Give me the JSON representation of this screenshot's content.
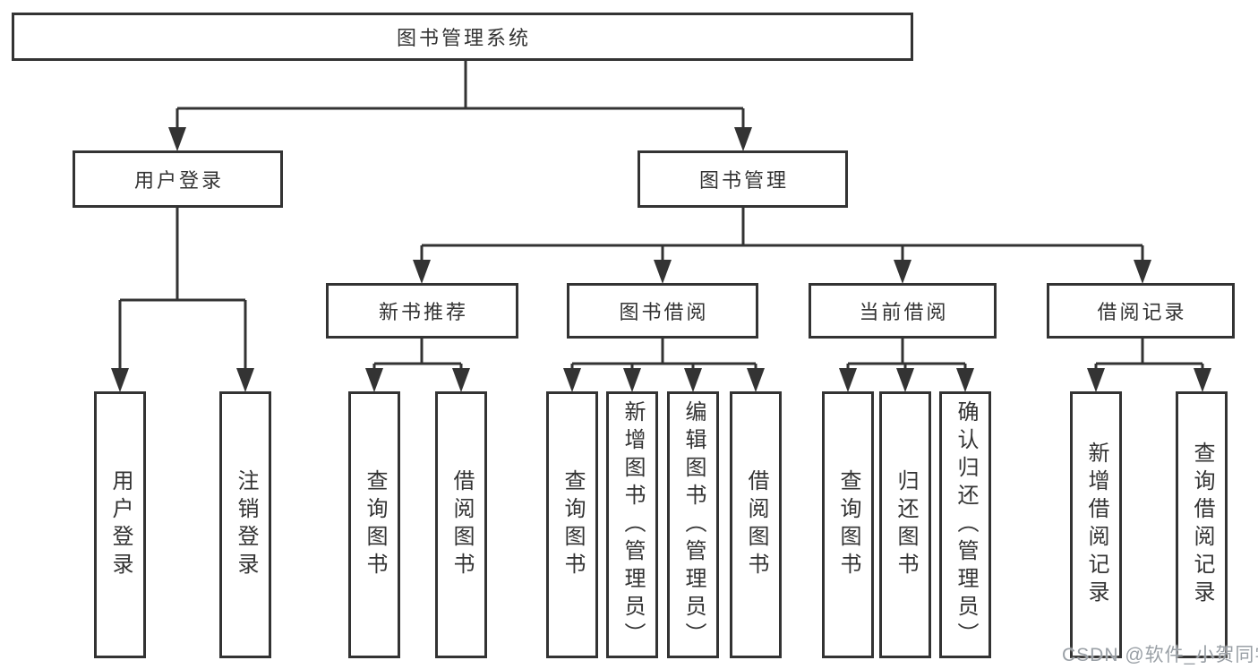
{
  "tree": {
    "label": "图书管理系统",
    "children": [
      {
        "label": "用户登录",
        "children": [
          {
            "label": "用户登录"
          },
          {
            "label": "注销登录"
          }
        ]
      },
      {
        "label": "图书管理",
        "children": [
          {
            "label": "新书推荐",
            "children": [
              {
                "label": "查询图书"
              },
              {
                "label": "借阅图书"
              }
            ]
          },
          {
            "label": "图书借阅",
            "children": [
              {
                "label": "查询图书"
              },
              {
                "label": "新增图书（管理员）"
              },
              {
                "label": "编辑图书（管理员）"
              },
              {
                "label": "借阅图书"
              }
            ]
          },
          {
            "label": "当前借阅",
            "children": [
              {
                "label": "查询图书"
              },
              {
                "label": "归还图书"
              },
              {
                "label": "确认归还（管理员）"
              }
            ]
          },
          {
            "label": "借阅记录",
            "children": [
              {
                "label": "新增借阅记录"
              },
              {
                "label": "查询借阅记录"
              }
            ]
          }
        ]
      }
    ]
  },
  "watermark": {
    "text": "CSDN @软件_小贺同学"
  },
  "colors": {
    "line": "#333333",
    "box_border": "#333333",
    "box_background": "#ffffff",
    "text": "#333333",
    "watermark_text": "#9aa0a6",
    "page_background": "#ffffff"
  }
}
